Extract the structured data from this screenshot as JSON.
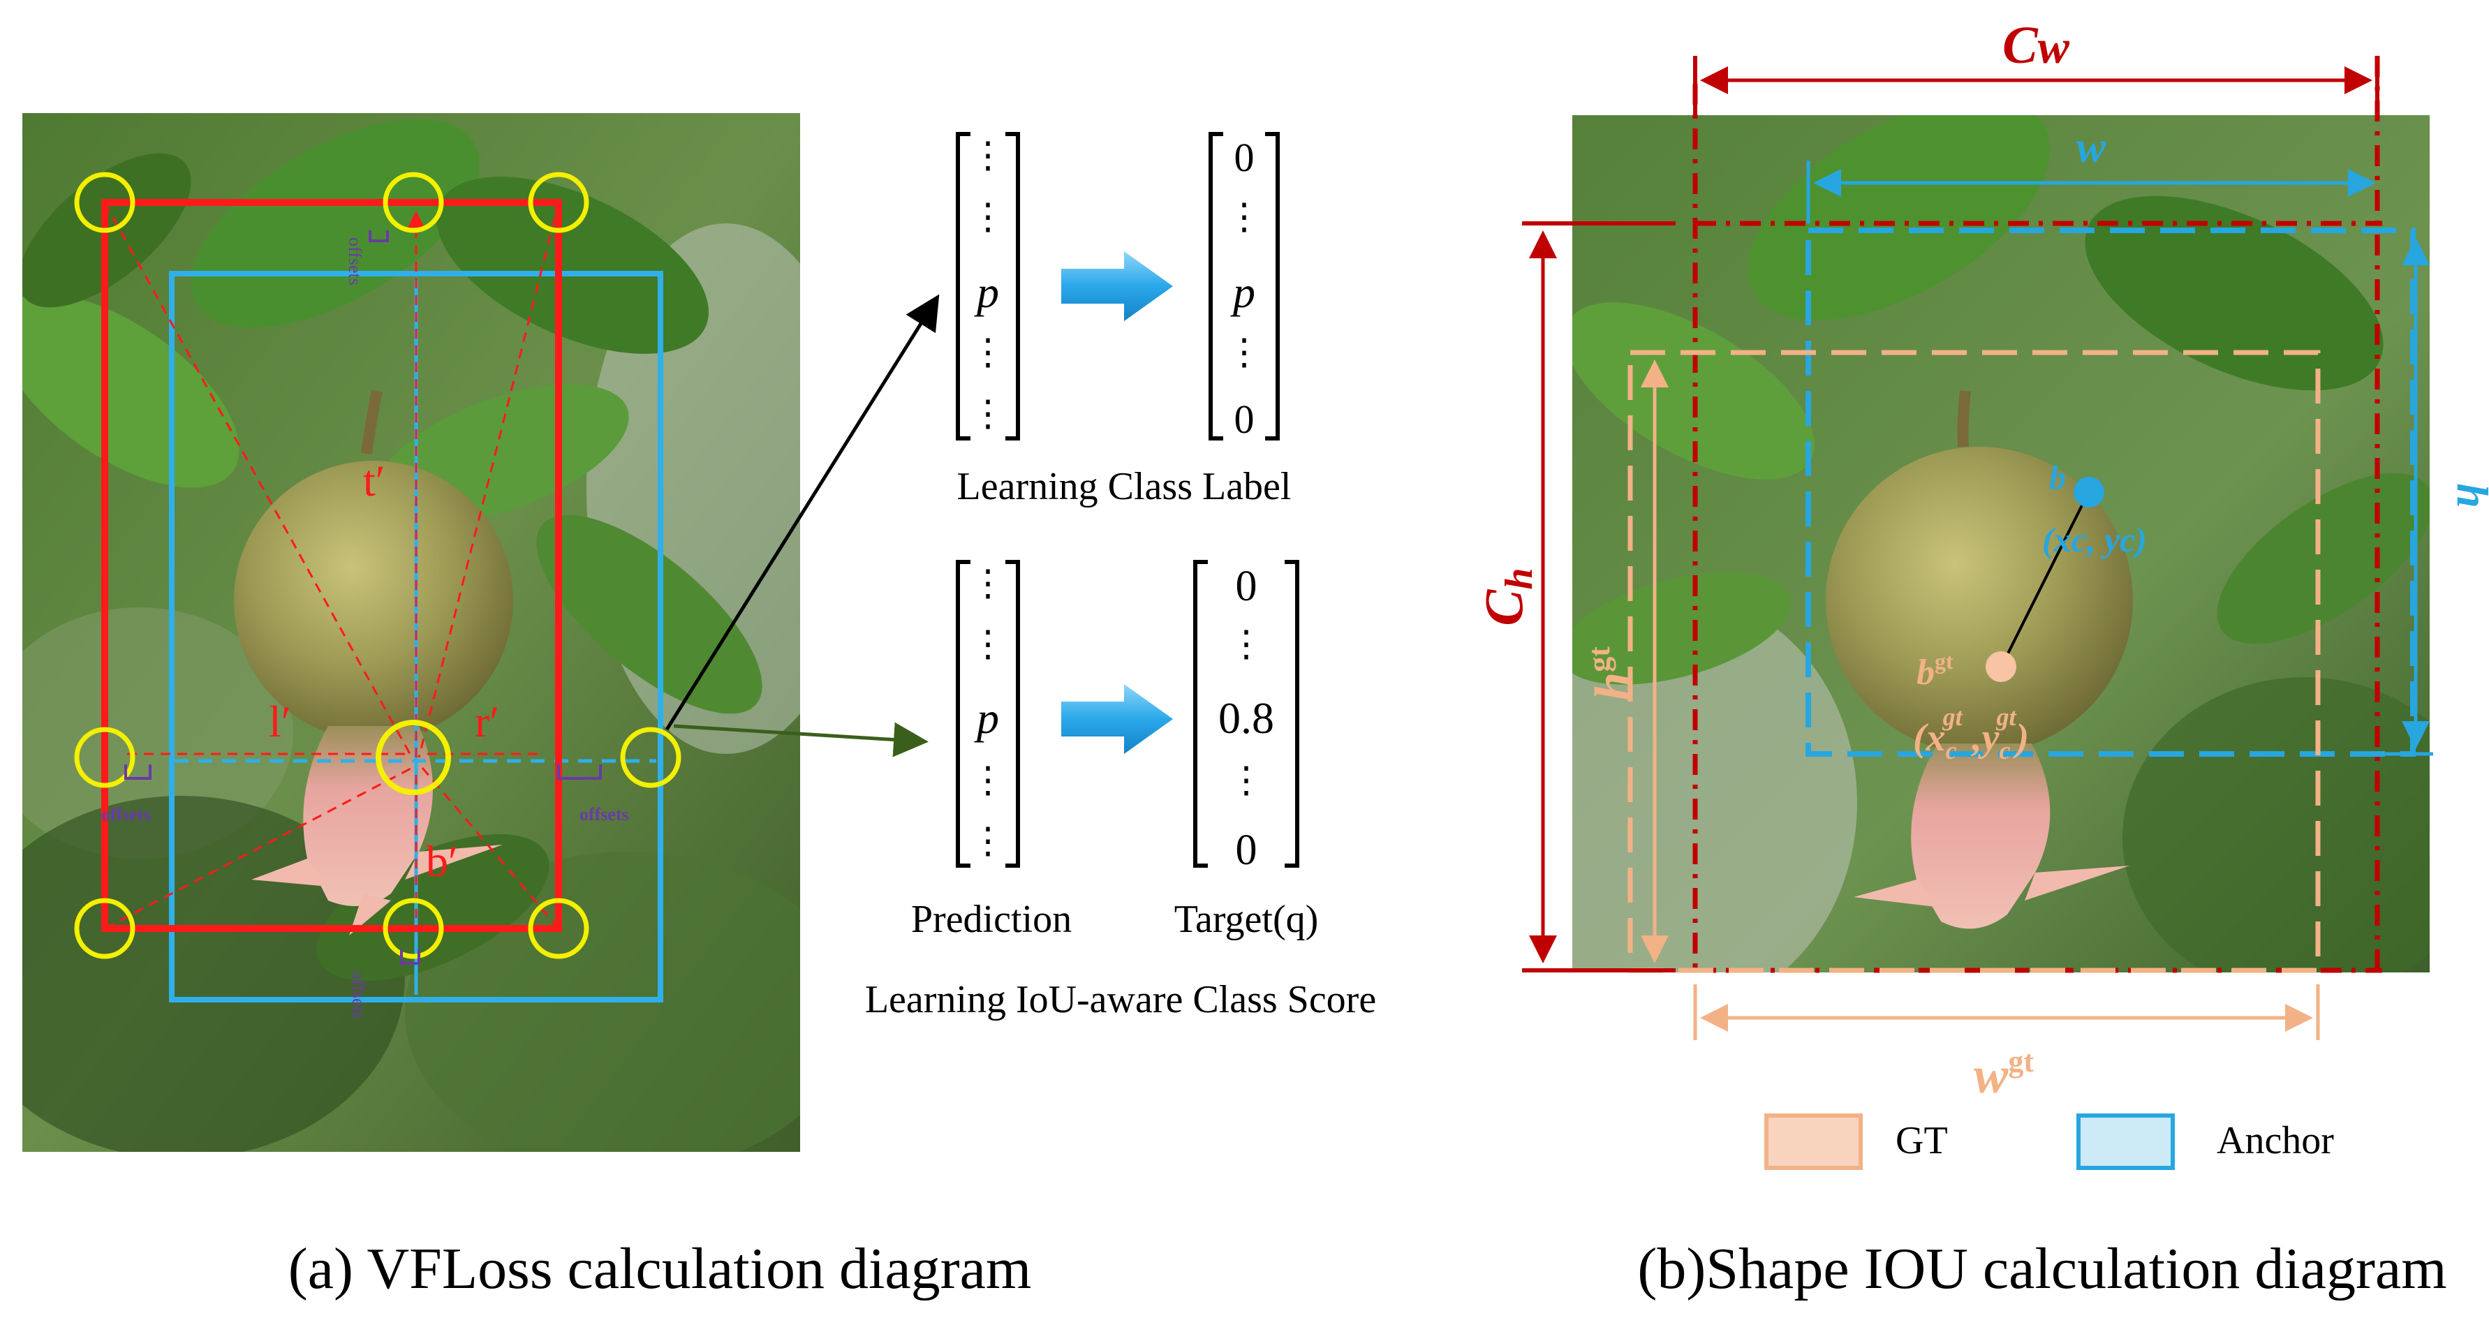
{
  "panel_a": {
    "caption": "(a) VFLoss calculation diagram",
    "labels": {
      "t": "t′",
      "l": "l′",
      "r": "r′",
      "b": "b′"
    },
    "offsets_label": "offsets",
    "vector_top": [
      "⋮",
      "⋮",
      "p",
      "⋮",
      "⋮"
    ],
    "vector_top_target": [
      "0",
      "⋮",
      "p",
      "⋮",
      "0"
    ],
    "learning_class_label": "Learning Class Label",
    "vector_bottom": [
      "⋮",
      "⋮",
      "p",
      "⋮",
      "⋮"
    ],
    "vector_bottom_target": [
      "0",
      "⋮",
      "0.8",
      "⋮",
      "0"
    ],
    "prediction_label": "Prediction",
    "target_label": "Target(q)",
    "learning_iou_label": "Learning IoU-aware Class Score"
  },
  "panel_b": {
    "caption": "(b)Shape IOU calculation diagram",
    "cw": {
      "main": "C",
      "sub": "w"
    },
    "ch": {
      "main": "C",
      "sub": "h"
    },
    "w": "w",
    "h": "h",
    "wgt": {
      "main": "w",
      "sup": "gt"
    },
    "hgt": {
      "main": "h",
      "sup": "gt"
    },
    "b_label": "b",
    "b_coords": "(xc, yc)",
    "bgt": {
      "main": "b",
      "sup": "gt"
    },
    "bgt_coords": {
      "x": "x",
      "xsub": "c",
      "xsup": "gt",
      "y": "y",
      "ysub": "c",
      "ysup": "gt"
    },
    "legend": [
      {
        "label": "GT",
        "fill": "#f8d4bf",
        "stroke": "#f2b286"
      },
      {
        "label": "Anchor",
        "fill": "#cdeaf7",
        "stroke": "#27a6e0"
      }
    ]
  },
  "colors": {
    "red_box": "#ff1a1a",
    "blue_box": "#2fb0ea",
    "yellow_circle": "#f4f000",
    "dark_red": "#c00000",
    "gt_orange": "#f2b286",
    "anchor_blue": "#27a6e0",
    "offset_purple": "#6a3aa8",
    "arrow_green": "#3a5f1c"
  }
}
